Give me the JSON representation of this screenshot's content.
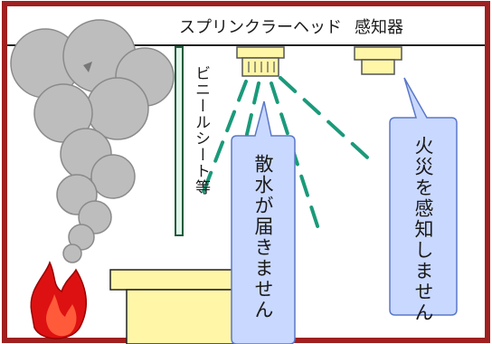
{
  "labels": {
    "sprinkler_head": "スプリンクラーヘッド",
    "detector": "感知器",
    "vinyl_sheet": "ビニールシート等",
    "water_not_reaching": "散水が届きません",
    "fire_not_detected": "火災を感知しません"
  },
  "colors": {
    "frame": "#a02020",
    "water_spray": "#1a9a7a",
    "bubble_fill": "#c9d8ff",
    "bubble_stroke": "#5a78c8",
    "fixture": "#fff6a8",
    "smoke": "#bdbdbd",
    "flame": "#dd1111"
  }
}
